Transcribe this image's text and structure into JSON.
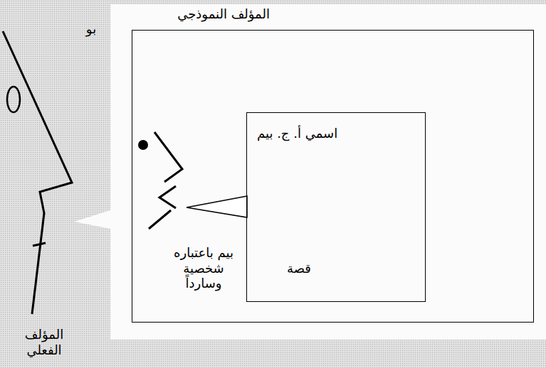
{
  "diagram": {
    "nodes": [
      {
        "text": [
          "المؤلف النموذجي"
        ]
      },
      {
        "text": [
          "اسمي أ. ج. بيم",
          "قصة"
        ],
        "in": 0
      }
    ],
    "labels": [
      "بو",
      "المؤلف الفعلي",
      "بيم باعتباره شخصية وسارداً"
    ]
  }
}
